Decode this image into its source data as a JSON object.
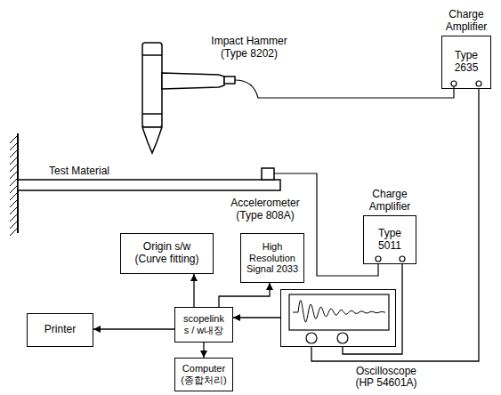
{
  "diagram": {
    "nodes": [
      {
        "text": [
          "Charge Amplifier",
          "Type 2635"
        ]
      },
      {
        "text": [
          "Origin s/w",
          "(Curve fitting)"
        ]
      },
      {
        "text": [
          "High Resolution Signal 2033"
        ]
      },
      {
        "text": [
          "Charge Amplifier",
          "Type 5011"
        ]
      },
      {
        "text": [
          "Printer"
        ]
      },
      {
        "text": [
          "scopelink",
          "s / w내장"
        ]
      },
      {
        "text": [
          "Oscilloscope (HP 54601A)"
        ]
      },
      {
        "text": [
          "Computer",
          "(종합처리)"
        ]
      }
    ],
    "edges": [
      {
        "from": 6,
        "to": 5,
        "arrow": "to"
      },
      {
        "from": 5,
        "to": 1,
        "arrow": "to"
      },
      {
        "from": 5,
        "to": 2,
        "arrow": "to"
      },
      {
        "from": 5,
        "to": 4,
        "arrow": "to"
      },
      {
        "from": 5,
        "to": 7,
        "arrow": "to"
      },
      {
        "from": 3,
        "to": 6,
        "arrow": "none"
      },
      {
        "from": 0,
        "to": 6,
        "arrow": "none"
      }
    ],
    "labels": [
      "Test Material",
      "Impact Hammer (Type 8202)",
      "Accelerometer (Type 808A)"
    ]
  }
}
